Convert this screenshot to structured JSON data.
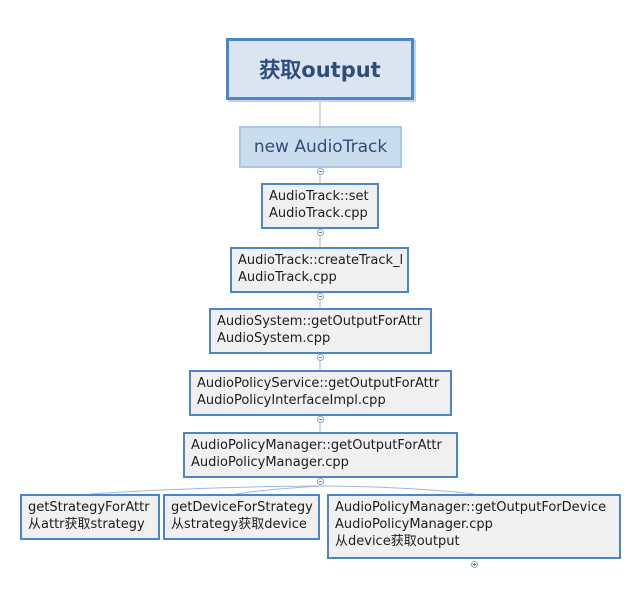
{
  "root": {
    "title": "获取output"
  },
  "primary": {
    "title": "new AudioTrack"
  },
  "chain": [
    {
      "line1": "AudioTrack::set",
      "line2": "AudioTrack.cpp"
    },
    {
      "line1": "AudioTrack::createTrack_l",
      "line2": "AudioTrack.cpp"
    },
    {
      "line1": "AudioSystem::getOutputForAttr",
      "line2": "AudioSystem.cpp"
    },
    {
      "line1": "AudioPolicyService::getOutputForAttr",
      "line2": "AudioPolicyInterfaceImpl.cpp"
    },
    {
      "line1": "AudioPolicyManager::getOutputForAttr",
      "line2": "AudioPolicyManager.cpp"
    }
  ],
  "leaves": [
    {
      "line1": "getStrategyForAttr",
      "line2": "从attr获取strategy"
    },
    {
      "line1": "getDeviceForStrategy",
      "line2": "从strategy获取device"
    },
    {
      "line1": "AudioPolicyManager::getOutputForDevice",
      "line2": "AudioPolicyManager.cpp",
      "line3": "从device获取output"
    }
  ],
  "colors": {
    "border": "#4a86c8",
    "node_fill": "#f0f0f0",
    "root_fill": "#dbe5f1",
    "primary_fill": "#c9ddef",
    "connector": "#9db8d8"
  }
}
